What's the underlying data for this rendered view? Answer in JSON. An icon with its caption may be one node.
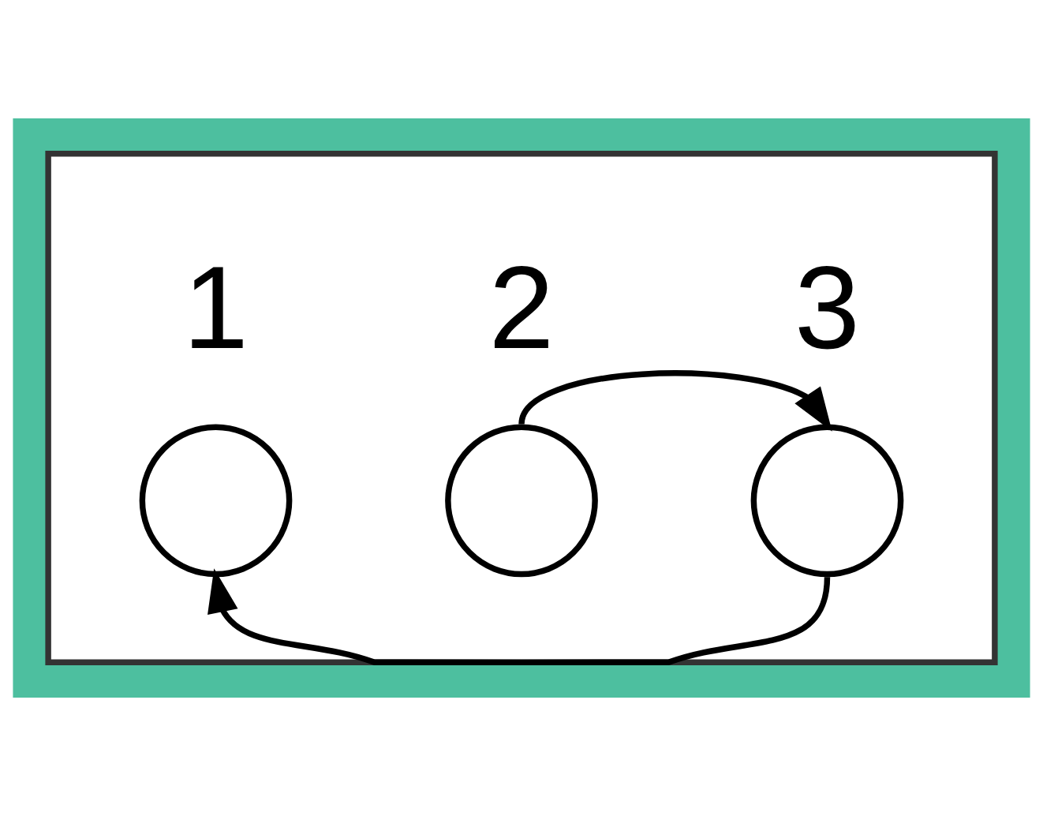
{
  "diagram": {
    "nodes": [
      {
        "text": [],
        "shape": "box"
      },
      {
        "text": [],
        "shape": "circle",
        "beside": [
          "1"
        ],
        "in": 0
      },
      {
        "text": [],
        "shape": "circle",
        "beside": [
          "2"
        ],
        "in": 0
      },
      {
        "text": [],
        "shape": "circle",
        "beside": [
          "3"
        ],
        "in": 0
      }
    ],
    "edges": [
      {
        "from": 2,
        "to": 3,
        "arrow": "to"
      },
      {
        "from": 3,
        "to": 1,
        "arrow": "to"
      }
    ]
  }
}
